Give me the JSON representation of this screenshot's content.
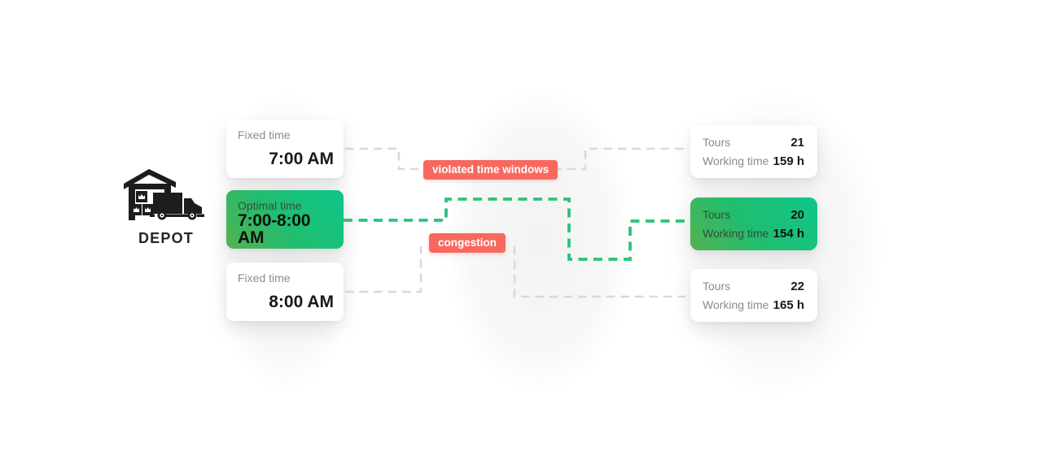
{
  "depot": {
    "label": "DEPOT",
    "icon": "warehouse-truck-icon"
  },
  "departure_options": [
    {
      "label": "Fixed time",
      "time": "7:00 AM",
      "highlighted": false
    },
    {
      "label": "Optimal time",
      "time": "7:00-8:00 AM",
      "highlighted": true
    },
    {
      "label": "Fixed time",
      "time": "8:00 AM",
      "highlighted": false
    }
  ],
  "results": [
    {
      "tours_label": "Tours",
      "tours_value": "21",
      "working_label": "Working time",
      "working_value": "159 h",
      "highlighted": false
    },
    {
      "tours_label": "Tours",
      "tours_value": "20",
      "working_label": "Working time",
      "working_value": "154 h",
      "highlighted": true
    },
    {
      "tours_label": "Tours",
      "tours_value": "22",
      "working_label": "Working time",
      "working_value": "165 h",
      "highlighted": false
    }
  ],
  "annotations": [
    {
      "label": "violated time windows"
    },
    {
      "label": "congestion"
    }
  ],
  "colors": {
    "optimal_path_green": "#28c479",
    "fixed_path_gray": "#d9d9d9",
    "annotation_red": "#f7695f",
    "highlight_gradient_start": "#55b150",
    "highlight_gradient_end": "#0ec689"
  }
}
